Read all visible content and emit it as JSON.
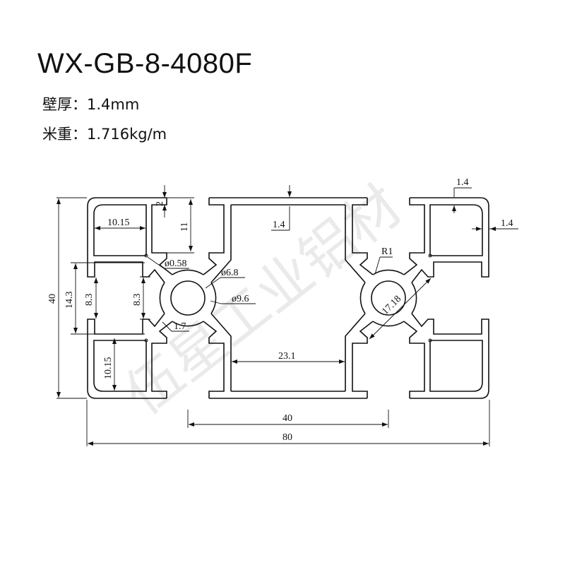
{
  "header": {
    "model": "WX-GB-8-4080F",
    "wall_thickness": "壁厚：1.4mm",
    "weight_per_meter": "米重：1.716kg/m"
  },
  "watermark": "伍星工业铝材",
  "dimensions": {
    "slot_depth_2": "2",
    "cavity_height_11": "11",
    "cavity_width_top": "10.15",
    "groove_dia": "ø0.58",
    "core_inner_dia": "ø6.8",
    "core_outer_dia": "ø9.6",
    "slot_inner_14_3": "14.3",
    "slot_open_left": "8.3",
    "slot_open_inner": "8.3",
    "height_40": "40",
    "arm_1_7": "1.7",
    "cavity_height_bottom": "10.15",
    "top_wall_1_4": "1.4",
    "center_cavity_23_1": "23.1",
    "center_distance_40": "40",
    "width_80": "80",
    "wall_top_right_1_4": "1.4",
    "wall_right_1_4": "1.4",
    "radius_r1": "R1",
    "diag_17_18": "17.18"
  }
}
